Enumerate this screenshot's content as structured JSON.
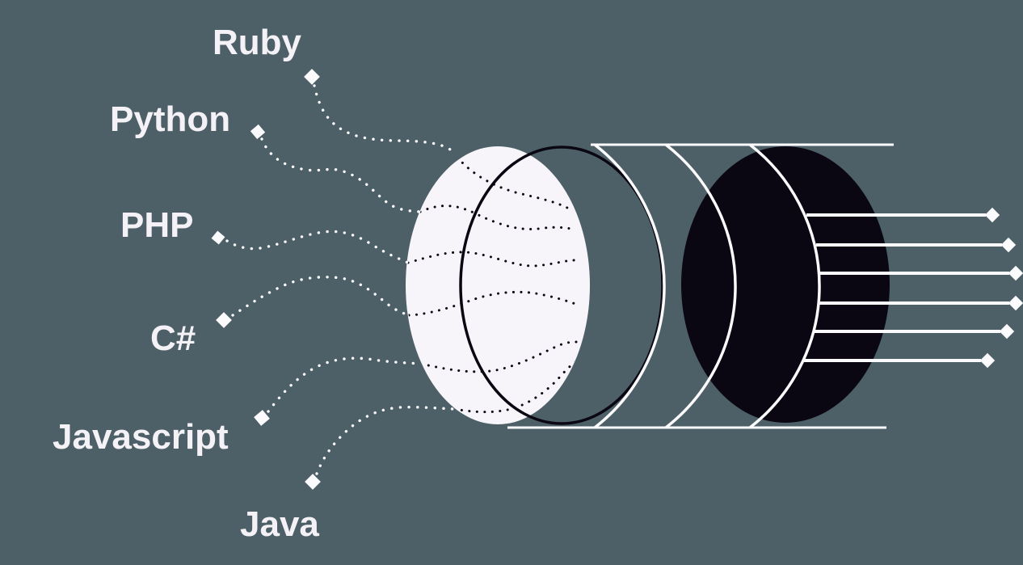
{
  "illustration": {
    "description": "Six programming languages connected by dotted curves into a cylindrical funnel that emits unified output lines",
    "languages": [
      {
        "label": "Ruby"
      },
      {
        "label": "Python"
      },
      {
        "label": "PHP"
      },
      {
        "label": "C#"
      },
      {
        "label": "Javascript"
      },
      {
        "label": "Java"
      }
    ],
    "outputs": {
      "count": 6
    },
    "markers": {
      "label_marker": "diamond",
      "output_marker": "diamond"
    },
    "connector_style": "dotted-curve",
    "colors": {
      "background": "#4D6067",
      "funnel_face": "#F7F5FA",
      "ink": "#0A0713",
      "stroke_light": "#FBFAFD",
      "label_text": "#F4F2F7"
    }
  }
}
